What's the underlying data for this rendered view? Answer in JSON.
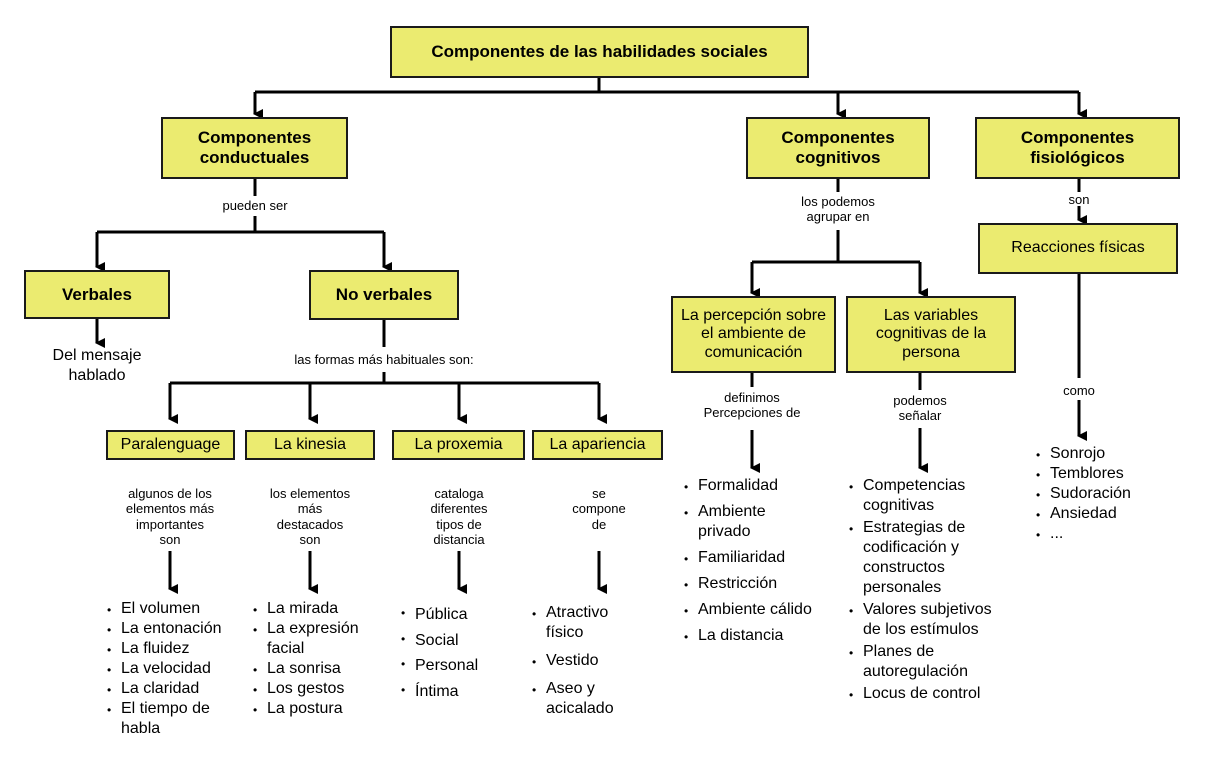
{
  "root": "Componentes de las habilidades sociales",
  "conductuales": {
    "title": "Componentes conductuales",
    "link": "pueden ser",
    "verbales": {
      "title": "Verbales",
      "desc": "Del mensaje\nhablado"
    },
    "no_verbales": {
      "title": "No verbales",
      "link": "las formas más habituales son:",
      "paralenguaje": {
        "title": "Paralenguage",
        "link": "algunos de los\nelementos más\nimportantes\nson",
        "items": [
          "El volumen",
          "La entonación",
          "La fluidez",
          "La velocidad",
          "La claridad",
          "El tiempo de habla"
        ]
      },
      "kinesia": {
        "title": "La kinesia",
        "link": "los elementos\nmás\ndestacados\nson",
        "items": [
          "La mirada",
          "La expresión facial",
          "La sonrisa",
          "Los gestos",
          "La postura"
        ]
      },
      "proxemia": {
        "title": "La proxemia",
        "link": "cataloga\ndiferentes\ntipos de\ndistancia",
        "items": [
          "Pública",
          "Social",
          "Personal",
          "Íntima"
        ]
      },
      "apariencia": {
        "title": "La apariencia",
        "link": "se\ncompone\nde",
        "items": [
          "Atractivo físico",
          "Vestido",
          "Aseo y acicalado"
        ]
      }
    }
  },
  "cognitivos": {
    "title": "Componentes cognitivos",
    "link": "los podemos\nagrupar en",
    "percepcion": {
      "title": "La percepción sobre el ambiente de comunicación",
      "link": "definimos\nPercepciones de",
      "items": [
        "Formalidad",
        "Ambiente privado",
        "Familiaridad",
        "Restricción",
        "Ambiente cálido",
        "La distancia"
      ]
    },
    "variables": {
      "title": "Las variables cognitivas de la persona",
      "link": "podemos\nseñalar",
      "items": [
        "Competencias cognitivas",
        "Estrategias de codificación y constructos personales",
        "Valores subjetivos de los estímulos",
        "Planes de autoregulación",
        "Locus de control"
      ]
    }
  },
  "fisiologicos": {
    "title": "Componentes fisiológicos",
    "link": "son",
    "reacciones": {
      "title": "Reacciones físicas",
      "link": "como",
      "items": [
        "Sonrojo",
        "Temblores",
        "Sudoración",
        "Ansiedad",
        "..."
      ]
    }
  }
}
